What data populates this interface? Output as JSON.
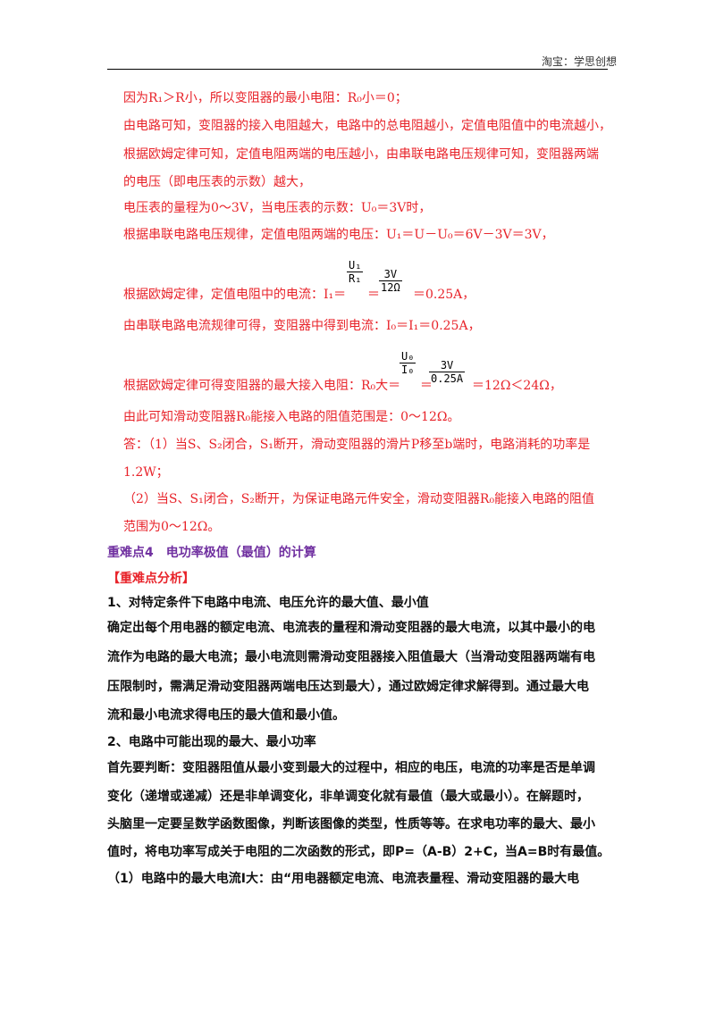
{
  "header": {
    "text": "淘宝：学思创想"
  },
  "lines": [
    "因为R₁＞R小，所以变阻器的最小电阻：R₀小＝0；",
    "由电路可知，变阻器的接入电阻越大，电路中的总电阻越小，定值电阻值中的电流越小，",
    "根据欧姆定律可知，定值电阻两端的电压越小，由串联电路电压规律可知，变阻器两端",
    "的电压（即电压表的示数）越大，",
    "电压表的量程为0～3V，当电压表的示数：U₀＝3V时，",
    "根据串联电路电压规律，定值电阻两端的电压：U₁＝U－U₀＝6V－3V＝3V，",
    "根据欧姆定律，定值电阻中的电流：I₁＝",
    "＝0.25A，",
    "由串联电路电流规律可得，变阻器中得到电流：I₀＝I₁＝0.25A，",
    "根据欧姆定律可得变阻器的最大接入电阻：R₀大＝",
    "＝12Ω＜24Ω，",
    "由此可知滑动变阻器R₀能接入电路的阻值范围是：0～12Ω。",
    "答：（1）当S、S₂闭合，S₁断开，滑动变阻器的滑片P移至b端时，电路消耗的功率是",
    "1.2W；",
    "（2）当S、S₁闭合，S₂断开，为保证电路元件安全，滑动变阻器R₀能接入电路的阻值",
    "范围为0～12Ω。"
  ],
  "fractions": {
    "f1": {
      "num": "U₁",
      "den": "R₁"
    },
    "f2": {
      "num": "3V",
      "den": "12Ω"
    },
    "f3": {
      "num": "U₀",
      "den": "I₀"
    },
    "f4": {
      "num": "3V",
      "den": "0.25A"
    }
  },
  "section": {
    "title": "重难点4　电功率极值（最值）的计算",
    "analysis_label": "【重难点分析】",
    "p1_title": "1、对特定条件下电路中电流、电压允许的最大值、最小值",
    "p1_lines": [
      "确定出每个用电器的额定电流、电流表的量程和滑动变阻器的最大电流，以其中最小的电",
      "流作为电路的最大电流；最小电流则需滑动变阻器接入阻值最大（当滑动变阻器两端有电",
      "压限制时，需满足滑动变阻器两端电压达到最大），通过欧姆定律求解得到。通过最大电",
      "流和最小电流求得电压的最大值和最小值。"
    ],
    "p2_title": "2、电路中可能出现的最大、最小功率",
    "p2_lines": [
      "首先要判断：变阻器阻值从最小变到最大的过程中，相应的电压，电流的功率是否是单调",
      "变化（递增或递减）还是非单调变化，非单调变化就有最值（最大或最小）。在解题时，",
      "头脑里一定要呈数学函数图像，判断该图像的类型，性质等等。在求电功率的最大、最小",
      "值时，将电功率写成关于电阻的二次函数的形式，即P=（A-B）2+C，当A=B时有最值。"
    ],
    "p3_line": "（1）电路中的最大电流I大：由“用电器额定电流、电流表量程、滑动变阻器的最大电"
  }
}
